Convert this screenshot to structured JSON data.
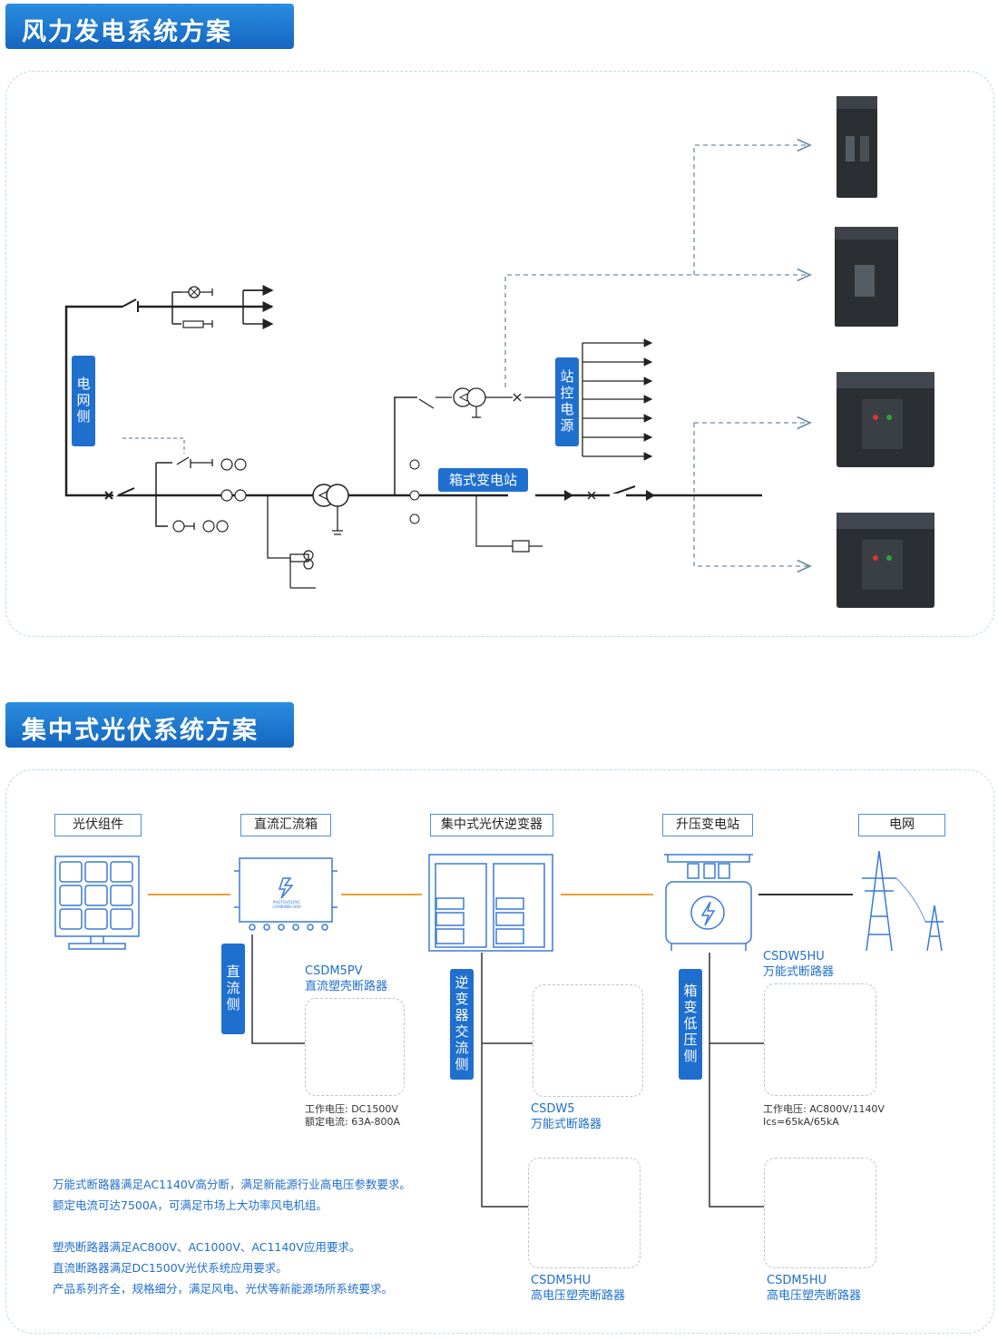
{
  "wind": {
    "title": "风力发电系统方案",
    "grid_side": "电网侧",
    "station_power": "站控电源",
    "box_substation": "箱式变电站"
  },
  "pv": {
    "title": "集中式光伏系统方案",
    "stages": [
      "光伏组件",
      "直流汇流箱",
      "集中式光伏逆变器",
      "升压变电站",
      "电网"
    ],
    "combiner_text": "PHOTOVOLTAIC COMBINER BOX",
    "side_dc": "直流侧",
    "side_inverter_ac": "逆变器交流侧",
    "side_box_lv": "箱变低压侧",
    "products": {
      "p1": {
        "model": "CSDM5PV",
        "name": "直流塑壳断路器",
        "spec1": "工作电压: DC1500V",
        "spec2": "额定电流: 63A-800A"
      },
      "p2": {
        "model": "CSDW5",
        "name": "万能式断路器"
      },
      "p3": {
        "model": "CSDM5HU",
        "name": "高电压塑壳断路器"
      },
      "p4": {
        "model": "CSDW5HU",
        "name": "万能式断路器",
        "spec1": "工作电压: AC800V/1140V",
        "spec2": "Ics=65kA/65kA"
      },
      "p5": {
        "model": "CSDM5HU",
        "name": "高电压塑壳断路器"
      }
    },
    "notes": [
      "万能式断路器满足AC1140V高分断，满足新能源行业高电压参数要求。",
      "额定电流可达7500A，可满足市场上大功率风电机组。",
      "",
      "塑壳断路器满足AC800V、AC1000V、AC1140V应用要求。",
      "直流断路器满足DC1500V光伏系统应用要求。",
      "产品系列齐全，规格细分，满足风电、光伏等新能源场所系统要求。"
    ]
  },
  "colors": {
    "brand": "#1f6fcf",
    "line": "#222222",
    "dashed": "#6b8fa8",
    "orange": "#f0a030",
    "panel_border": "#b9dce6"
  }
}
